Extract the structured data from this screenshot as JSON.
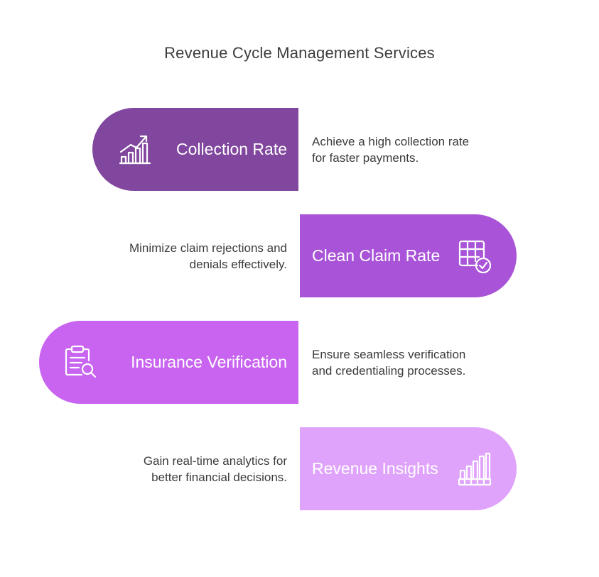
{
  "title": "Revenue Cycle Management Services",
  "items": [
    {
      "label": "Collection Rate",
      "description_line1": "Achieve a high collection rate",
      "description_line2": "for faster payments.",
      "color": "#81469d",
      "icon": "growth-chart-icon"
    },
    {
      "label": "Clean Claim Rate",
      "description_line1": "Minimize claim rejections and",
      "description_line2": "denials effectively.",
      "color": "#a954d8",
      "icon": "grid-check-icon"
    },
    {
      "label": "Insurance Verification",
      "description_line1": "Ensure seamless verification",
      "description_line2": "and credentialing processes.",
      "color": "#c864f0",
      "icon": "clipboard-search-icon"
    },
    {
      "label": "Revenue Insights",
      "description_line1": "Gain real-time analytics for",
      "description_line2": "better financial decisions.",
      "color": "#e0a3fb",
      "icon": "bar-chart-icon"
    }
  ]
}
